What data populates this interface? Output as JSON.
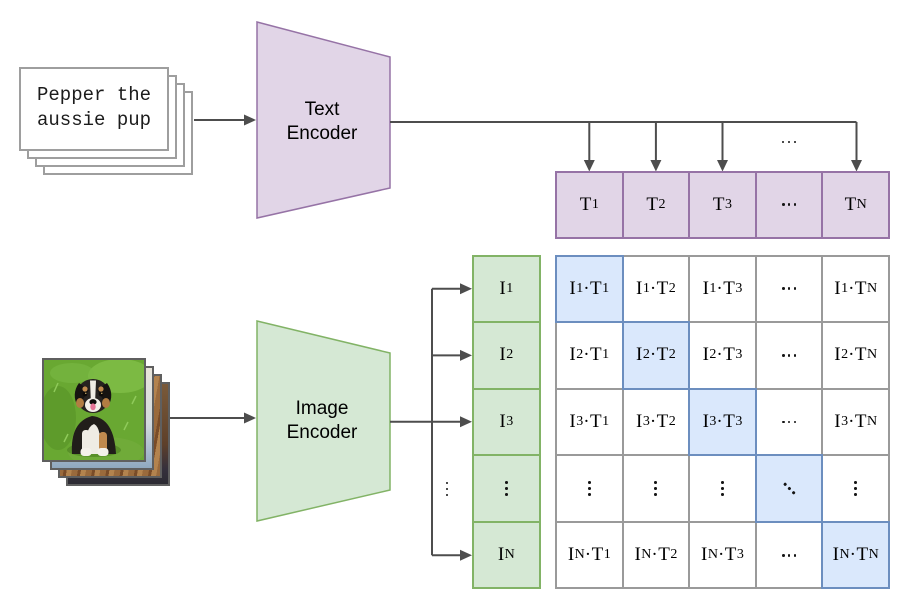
{
  "text_input": {
    "caption": "Pepper the aussie pup"
  },
  "image_input": {
    "photo_subject": "puppy-photo"
  },
  "encoders": {
    "text": "Text Encoder",
    "image": "Image Encoder"
  },
  "text_embeddings": [
    "T_1",
    "T_2",
    "T_3",
    "...",
    "T_N"
  ],
  "image_embeddings": [
    "I_1",
    "I_2",
    "I_3",
    "⋮",
    "I_N"
  ],
  "similarity_matrix": {
    "highlight": "diagonal",
    "rows": [
      [
        "I_1·T_1",
        "I_1·T_2",
        "I_1·T_3",
        "...",
        "I_1·T_N"
      ],
      [
        "I_2·T_1",
        "I_2·T_2",
        "I_2·T_3",
        "...",
        "I_2·T_N"
      ],
      [
        "I_3·T_1",
        "I_3·T_2",
        "I_3·T_3",
        "...",
        "I_3·T_N"
      ],
      [
        "⋮",
        "⋮",
        "⋮",
        "⋱",
        "⋮"
      ],
      [
        "I_N·T_1",
        "I_N·T_2",
        "I_N·T_3",
        "...",
        "I_N·T_N"
      ]
    ]
  },
  "ellipses": {
    "top_row": "...",
    "image_branch": "⋮"
  },
  "colors": {
    "text_fill": "#e1d5e7",
    "text_stroke": "#9673a6",
    "image_fill": "#d5e8d4",
    "image_stroke": "#82b366",
    "highlight_fill": "#dae8fc",
    "highlight_stroke": "#6c8ebf",
    "grid_stroke": "#9a9a9a",
    "connector": "#4d4d4d"
  }
}
